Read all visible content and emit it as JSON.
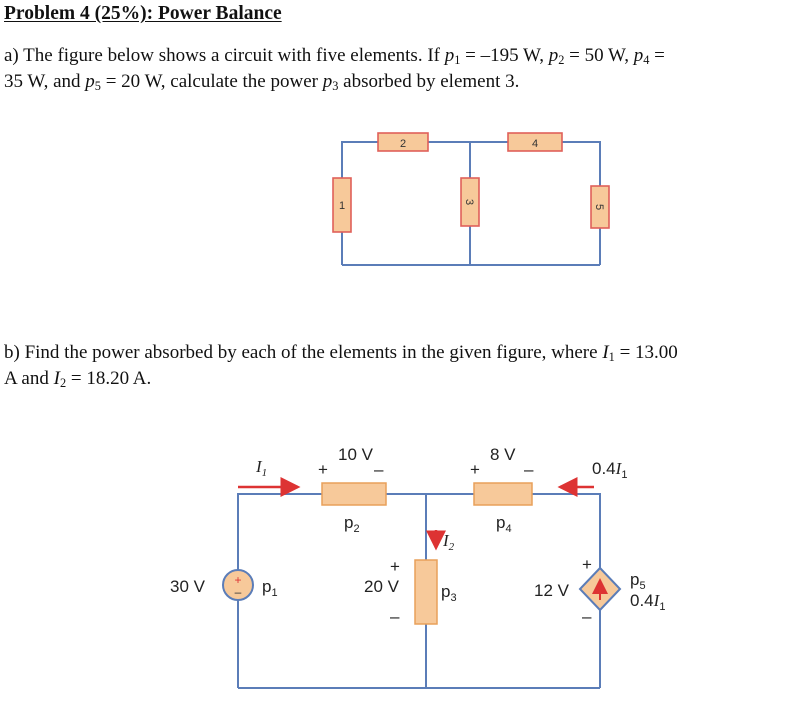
{
  "problem": {
    "title": "Problem 4 (25%): Power Balance"
  },
  "part_a": {
    "lead": "a) The figure below shows a circuit with five elements. If ",
    "p1_var": "p",
    "p1_sub": "1",
    "p1_val": " = –195 W, ",
    "p2_var": "p",
    "p2_sub": "2",
    "p2_val": " = 50 W, ",
    "p4_var": "p",
    "p4_sub": "4",
    "p4_eq": " =",
    "line2_start": "35 W, and ",
    "p5_var": "p",
    "p5_sub": "5",
    "p5_val": " = 20 W, calculate the power ",
    "p3_var": "p",
    "p3_sub": "3",
    "tail": " absorbed by element 3.",
    "figure": {
      "element_labels": [
        "1",
        "2",
        "3",
        "4",
        "5"
      ]
    }
  },
  "part_b": {
    "line1": "b) Find the power absorbed by each of the elements in the given figure, where ",
    "i1_var": "I",
    "i1_sub": "1",
    "i1_val": " = 13.00",
    "line2_start": "A and ",
    "i2_var": "I",
    "i2_sub": "2",
    "i2_val": " = 18.20 A.",
    "figure": {
      "source_voltage": "30 V",
      "p1_label": "p",
      "p1_sub": "1",
      "i1_label": "I",
      "i1_sub": "1",
      "e2_voltage": "10 V",
      "p2_label": "p",
      "p2_sub": "2",
      "e3_voltage": "20 V",
      "p3_label": "p",
      "p3_sub": "3",
      "i2_label": "I",
      "i2_sub": "2",
      "e4_voltage": "8 V",
      "p4_label": "p",
      "p4_sub": "4",
      "right_current_coef": "0.4",
      "right_current_var": "I",
      "right_current_sub": "1",
      "dep_voltage": "12 V",
      "p5_label": "p",
      "p5_sub": "5",
      "dep_coef": "0.4",
      "dep_var": "I",
      "dep_sub": "1",
      "plus": "+",
      "minus": "–"
    }
  }
}
